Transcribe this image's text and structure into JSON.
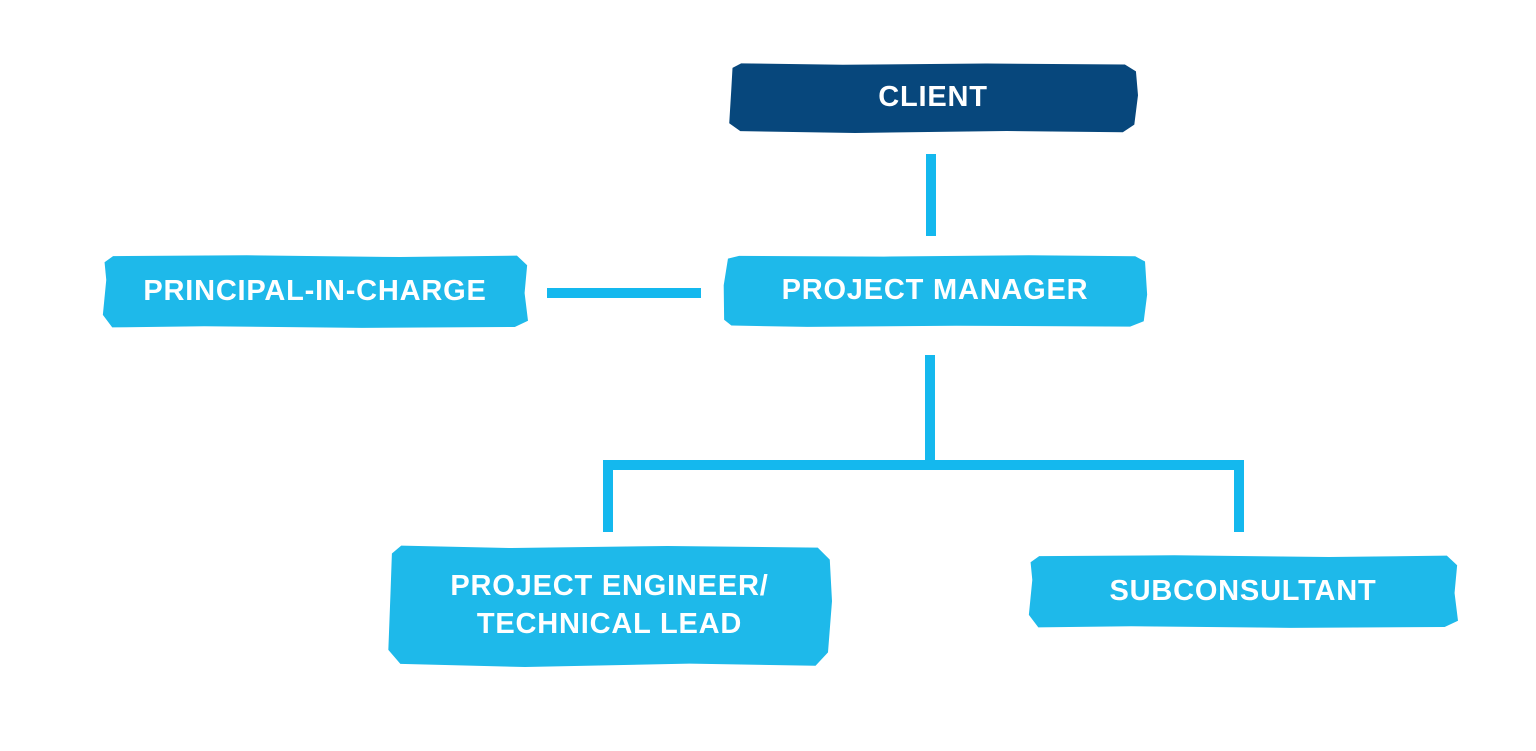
{
  "page": {
    "description": "Project team organization chart"
  },
  "theme": {
    "background": "#ffffff",
    "navy": "#07477c",
    "cyan": "#1eb9ea",
    "connector": "#14b8ee",
    "label_text": "#ffffff"
  },
  "diagram": {
    "nodes": [
      {
        "id": "client",
        "label": "CLIENT",
        "variant": "dark"
      },
      {
        "id": "principal-in-charge",
        "label": "PRINCIPAL-IN-CHARGE",
        "variant": "light"
      },
      {
        "id": "project-manager",
        "label": "PROJECT MANAGER",
        "variant": "light"
      },
      {
        "id": "project-engineer-technical-lead",
        "label": "PROJECT ENGINEER/\nTECHNICAL LEAD",
        "variant": "light"
      },
      {
        "id": "subconsultant",
        "label": "SUBCONSULTANT",
        "variant": "light"
      }
    ],
    "edges": [
      {
        "from": "client",
        "to": "project-manager"
      },
      {
        "from": "principal-in-charge",
        "to": "project-manager"
      },
      {
        "from": "project-manager",
        "to": "project-engineer-technical-lead"
      },
      {
        "from": "project-manager",
        "to": "subconsultant"
      }
    ]
  }
}
